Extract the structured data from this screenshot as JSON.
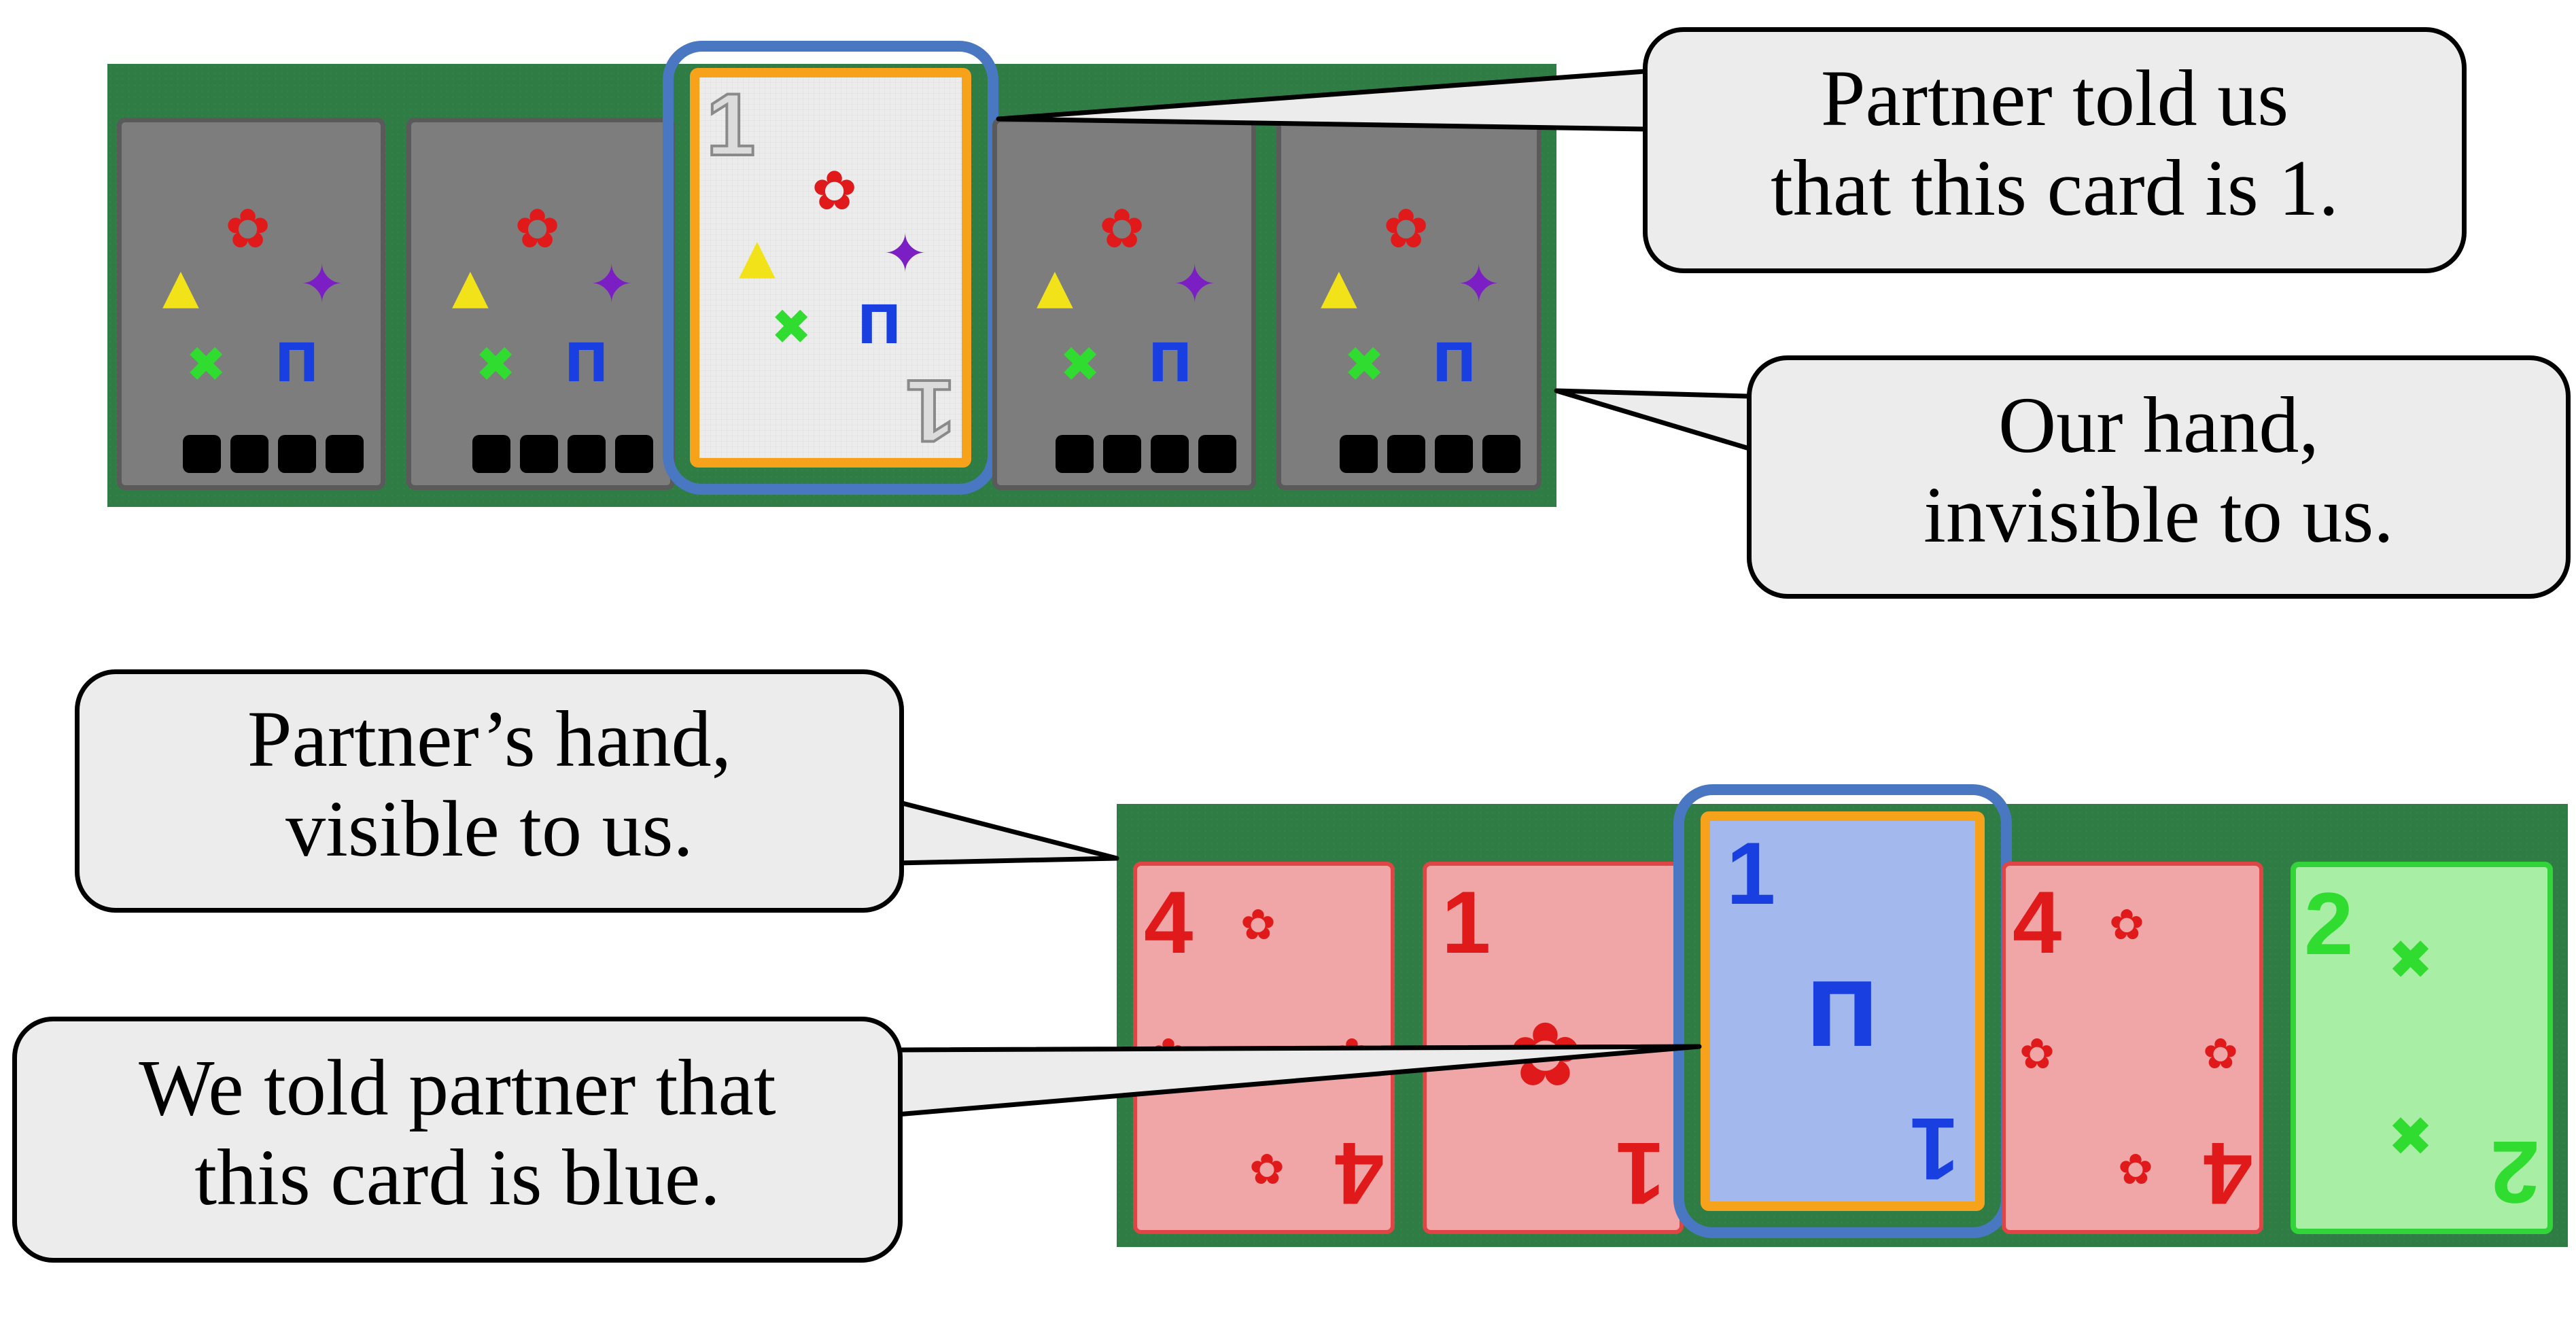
{
  "our_hand": {
    "hidden_cards": [
      {
        "ranks": [
          "",
          "",
          "",
          ""
        ]
      },
      {
        "ranks": [
          "",
          "",
          "",
          ""
        ]
      },
      {
        "ranks": [
          "",
          "",
          "",
          ""
        ]
      },
      {
        "ranks": [
          "",
          "",
          "",
          ""
        ]
      }
    ],
    "hinted_card": {
      "rank": "1"
    }
  },
  "partner_hand": {
    "cards": [
      {
        "rank": "4",
        "color": "red"
      },
      {
        "rank": "1",
        "color": "red"
      },
      {
        "rank": "1",
        "color": "blue"
      },
      {
        "rank": "4",
        "color": "red"
      },
      {
        "rank": "2",
        "color": "green"
      }
    ]
  },
  "suit_symbols": {
    "red": "✿",
    "yellow": "▲",
    "purple": "✦",
    "green": "✖",
    "blue": "Π"
  },
  "callouts": {
    "partner_told": [
      "Partner told us",
      "that this card is 1."
    ],
    "our_hand": [
      "Our hand,",
      "invisible to us."
    ],
    "partner_hand": [
      "Partner’s hand,",
      "visible to us."
    ],
    "we_told": [
      "We told partner that",
      "this card is blue."
    ]
  },
  "colors": {
    "felt": "#2f7d45",
    "highlight": "#4a77c1",
    "orange_border": "#f7a21b",
    "red_suit": "#e01a1a",
    "yellow_suit": "#f2e21a",
    "purple_suit": "#7b1fc4",
    "green_suit": "#2fdc2f",
    "blue_suit": "#1a3fe0"
  }
}
